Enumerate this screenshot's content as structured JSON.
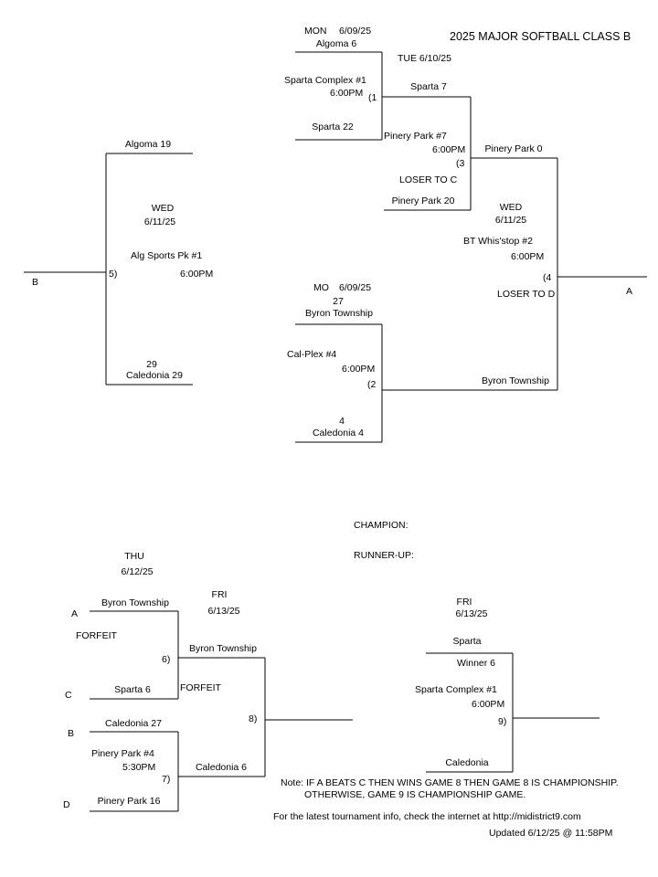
{
  "title": "2025 MAJOR SOFTBALL CLASS B",
  "g1": {
    "day": "MON",
    "date": "6/09/25",
    "top_team": "Algoma  6",
    "venue": "Sparta Complex #1",
    "time": "6:00PM",
    "num": "(1",
    "bottom_team": "Sparta  22"
  },
  "g2": {
    "day": "MO",
    "date": "6/09/25",
    "top_score": "27",
    "top_team": "Byron Township",
    "venue": "Cal-Plex #4",
    "time": "6:00PM",
    "num": "(2",
    "bottom_score": "4",
    "bottom_team": "Caledonia  4"
  },
  "g3": {
    "day_date": "TUE  6/10/25",
    "top_team": "Sparta  7",
    "venue": "Pinery Park #7",
    "time": "6:00PM",
    "num": "(3",
    "loser": "LOSER TO C",
    "bottom_team": "Pinery Park  20"
  },
  "g4": {
    "top_team": "Pinery Park  0",
    "day": "WED",
    "date": "6/11/25",
    "venue": "BT Whis'stop #2",
    "time": "6:00PM",
    "num": "(4",
    "loser": "LOSER TO D",
    "bottom_team": "Byron Township",
    "out_label": "A"
  },
  "g5": {
    "top_team": "Algoma  19",
    "day": "WED",
    "date": "6/11/25",
    "venue": "Alg Sports Pk #1",
    "time": "6:00PM",
    "num": "5)",
    "bottom_score": "29",
    "bottom_team": "Caledonia  29",
    "out_label": "B"
  },
  "g6": {
    "day": "THU",
    "date": "6/12/25",
    "top_label": "A",
    "top_team": "Byron Township",
    "forfeit": "FORFEIT",
    "num": "6)",
    "bottom_label": "C",
    "bottom_team": "Sparta  6"
  },
  "g7": {
    "top_label": "B",
    "top_team": "Caledonia  27",
    "venue": "Pinery Park #4",
    "time": "5:30PM",
    "num": "7)",
    "bottom_label": "D",
    "bottom_team": "Pinery Park  16"
  },
  "g8": {
    "day": "FRI",
    "date": "6/13/25",
    "top_team": "Byron Township",
    "forfeit": "FORFEIT",
    "num": "8)",
    "bottom_team": "Caledonia  6"
  },
  "g9": {
    "day": "FRI",
    "date": "6/13/25",
    "top_team": "Sparta",
    "winner": "Winner 6",
    "venue": "Sparta Complex #1",
    "time": "6:00PM",
    "num": "9)",
    "bottom_team": "Caledonia"
  },
  "results": {
    "champion": "CHAMPION:",
    "runner_up": "RUNNER-UP:"
  },
  "notes": {
    "note1": "Note: IF A BEATS C THEN WINS GAME 8 THEN GAME 8 IS CHAMPIONSHIP.",
    "note2": "OTHERWISE, GAME 9 IS CHAMPIONSHIP GAME.",
    "info": "For the latest tournament info, check the internet at http://midistrict9.com",
    "updated": "Updated  6/12/25 @ 11:58PM"
  }
}
